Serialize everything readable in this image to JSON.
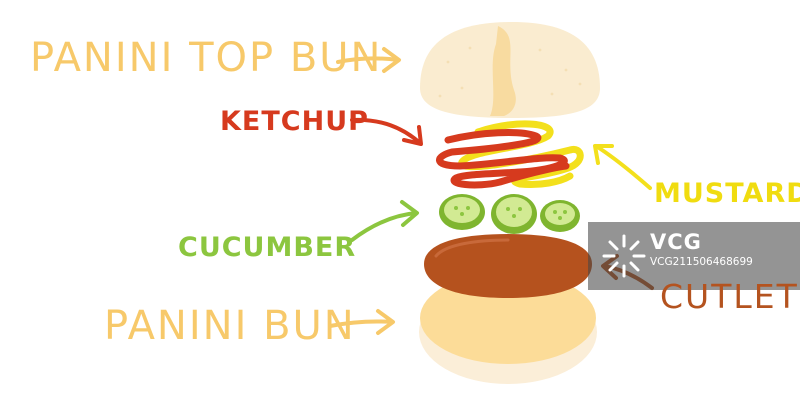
{
  "labels": {
    "top_bun": "PANINI TOP BUN",
    "ketchup": "KETCHUP",
    "mustard": "MUSTARD",
    "cucumber": "CUCUMBER",
    "bun": "PANINI BUN",
    "cutlet": "CUTLET"
  },
  "watermark": {
    "brand": "VCG",
    "id": "VCG211506468699"
  },
  "colors": {
    "label_yellow": "#f7c96a",
    "ketchup_red": "#d63a1e",
    "mustard_yellow": "#f3e01c",
    "cucumber_green": "#8cc63f",
    "cutlet_brown": "#b4531f",
    "bun_cream": "#f9e5c4",
    "bun_top": "#faedd0",
    "cutlet_fill": "#b5521e"
  }
}
